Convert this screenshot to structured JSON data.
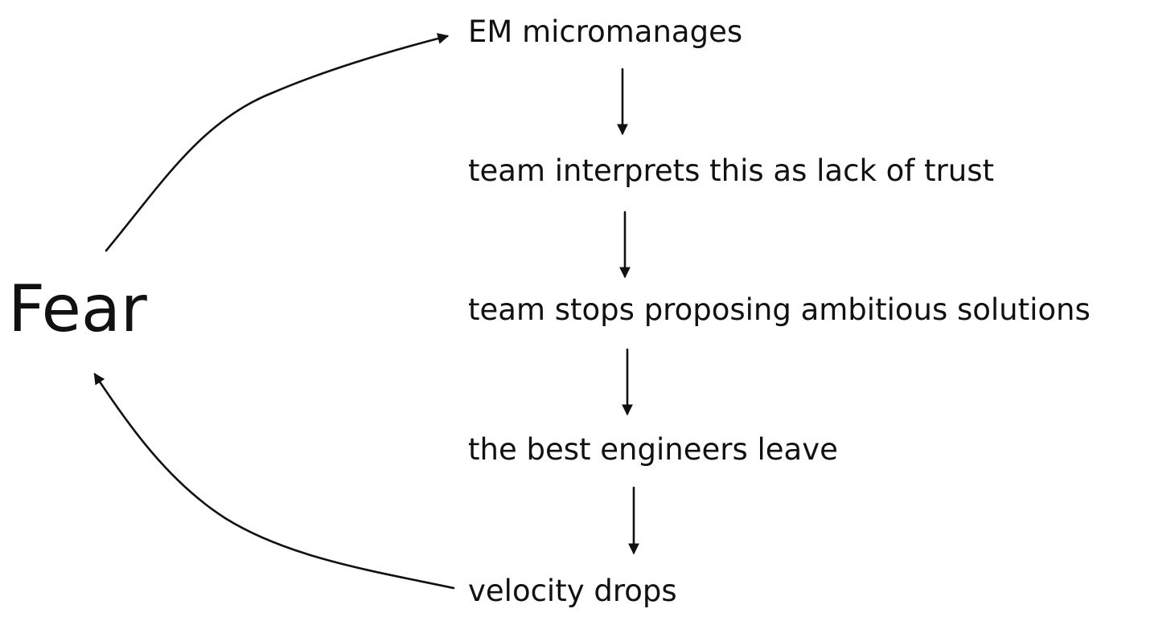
{
  "diagram": {
    "center_label": "Fear",
    "steps": [
      {
        "label": "EM micromanages"
      },
      {
        "label": "team interprets this as lack of trust"
      },
      {
        "label": "team stops proposing ambitious solutions"
      },
      {
        "label": "the best engineers leave"
      },
      {
        "label": "velocity drops"
      }
    ],
    "colors": {
      "background": "#ffffff",
      "ink": "#111111"
    }
  }
}
